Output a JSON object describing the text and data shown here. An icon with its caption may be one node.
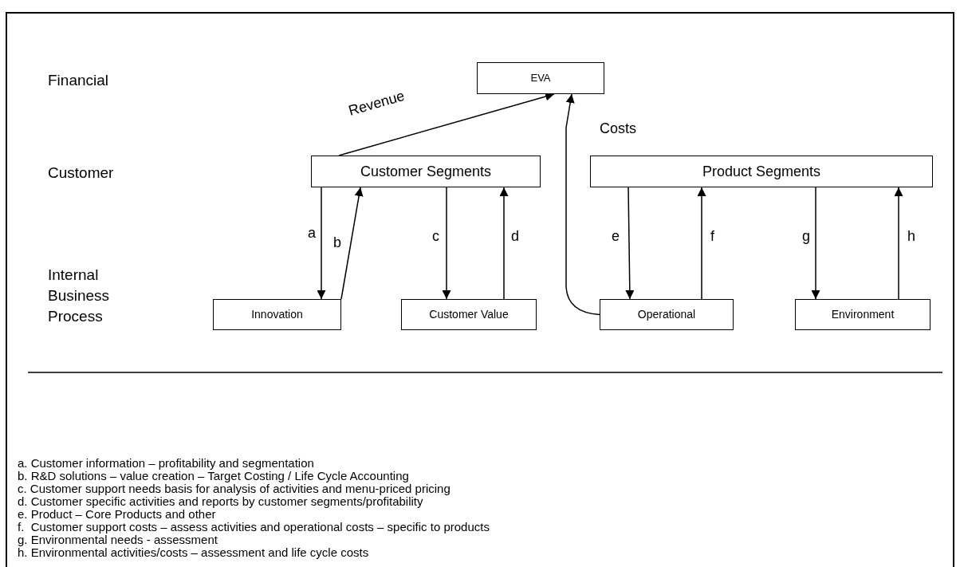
{
  "diagram": {
    "nodes": [
      {
        "text": [
          "EVA"
        ]
      },
      {
        "text": [
          "Customer Segments"
        ]
      },
      {
        "text": [
          "Product Segments"
        ]
      },
      {
        "text": [
          "Innovation"
        ]
      },
      {
        "text": [
          "Customer Value"
        ]
      },
      {
        "text": [
          "Operational"
        ]
      },
      {
        "text": [
          "Environment"
        ]
      }
    ],
    "edges": [
      {
        "from": 1,
        "to": 0,
        "arrow": "to",
        "label": "Revenue"
      },
      {
        "from": 5,
        "to": 0,
        "arrow": "to",
        "label": "Costs"
      },
      {
        "from": 1,
        "to": 3,
        "arrow": "to",
        "label": "a"
      },
      {
        "from": 3,
        "to": 1,
        "arrow": "to",
        "label": "b"
      },
      {
        "from": 1,
        "to": 4,
        "arrow": "to",
        "label": "c"
      },
      {
        "from": 4,
        "to": 1,
        "arrow": "to",
        "label": "d"
      },
      {
        "from": 2,
        "to": 5,
        "arrow": "to",
        "label": "e"
      },
      {
        "from": 5,
        "to": 2,
        "arrow": "to",
        "label": "f"
      },
      {
        "from": 2,
        "to": 6,
        "arrow": "to",
        "label": "g"
      },
      {
        "from": 6,
        "to": 2,
        "arrow": "to",
        "label": "h"
      }
    ],
    "labels": [
      "Financial",
      "Customer",
      "Internal Business Process",
      "a. Customer information – profitability and segmentation",
      "b. R&D solutions – value creation – Target Costing / Life Cycle Accounting",
      "c. Customer support needs basis for analysis of activities and menu-priced pricing",
      "d. Customer specific activities and reports by customer segments/profitability",
      "e. Product – Core Products and other",
      "f.  Customer support costs – assess activities and operational costs – specific to products",
      "g. Environmental needs - assessment",
      "h. Environmental activities/costs – assessment and life cycle costs"
    ]
  }
}
